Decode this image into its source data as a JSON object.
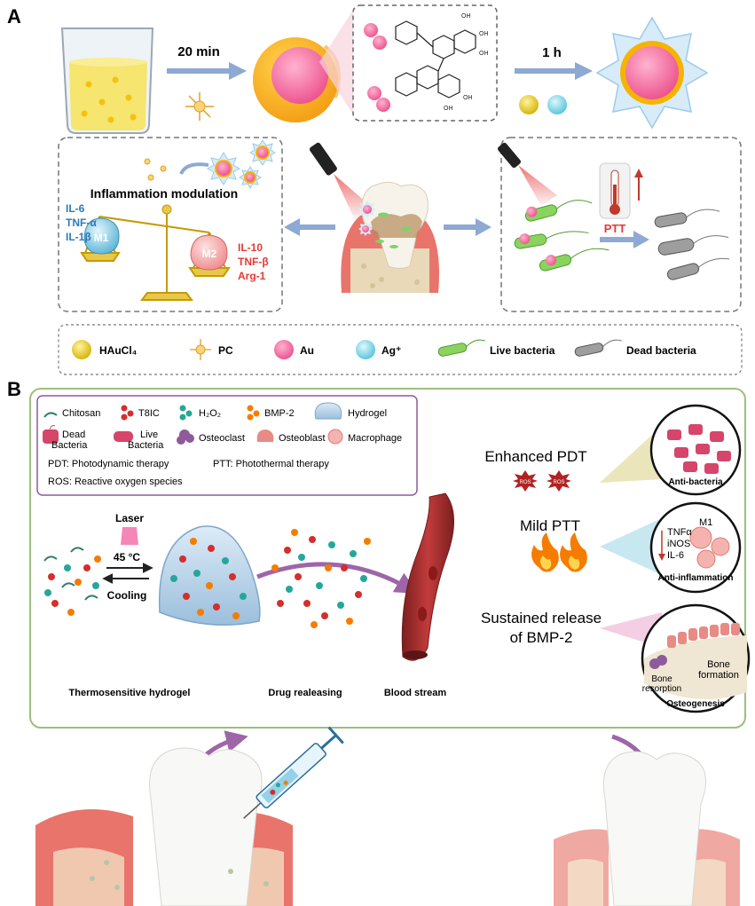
{
  "panel_a": {
    "label": "A",
    "step1_time": "20 min",
    "step2_time": "1 h",
    "inflammation_title": "Inflammation modulation",
    "m1_label": "M1",
    "m2_label": "M2",
    "m1_markers": [
      "IL-6",
      "TNF-α",
      "IL-1β"
    ],
    "m2_markers": [
      "IL-10",
      "TNF-β",
      "Arg-1"
    ],
    "ptt_label": "PTT",
    "legend": {
      "haucl4": "HAuCl₄",
      "pc": "PC",
      "au": "Au",
      "ag": "Ag⁺",
      "live": "Live bacteria",
      "dead": "Dead bacteria"
    }
  },
  "panel_b": {
    "label": "B",
    "legend": {
      "chitosan": "Chitosan",
      "t8ic": "T8IC",
      "h2o2": "H₂O₂",
      "bmp2": "BMP-2",
      "hydrogel": "Hydrogel",
      "dead_bacteria": "Dead\nBacteria",
      "live_bacteria": "Live\nBacteria",
      "osteoclast": "Osteoclast",
      "osteoblast": "Osteoblast",
      "macrophage": "Macrophage",
      "pdt_def": "PDT: Photodynamic therapy",
      "ptt_def": "PTT: Photothermal therapy",
      "ros_def": "ROS: Reactive oxygen species"
    },
    "laser": "Laser",
    "temp": "45 °C",
    "cooling": "Cooling",
    "thermo_label": "Thermosensitive hydrogel",
    "drug_label": "Drug realeasing",
    "blood_label": "Blood stream",
    "enhanced_pdt": "Enhanced PDT",
    "ros": "ROS",
    "mild_ptt": "Mild PTT",
    "sustained_release": [
      "Sustained release",
      "of BMP-2"
    ],
    "anti_bacteria": "Anti-bacteria",
    "anti_inflammation": "Anti-inflammation",
    "inflam_markers": [
      "TNFα",
      "iNOS",
      "IL-6"
    ],
    "m1": "M1",
    "osteogenesis": "Osteogenesis",
    "bone_resorption": [
      "Bone",
      "resorption"
    ],
    "bone_formation": [
      "Bone",
      "formation"
    ]
  },
  "colors": {
    "arrow_blue": "#8da9d4",
    "gold": "#f5b400",
    "pink": "#f06292",
    "red_particle": "#d32f2f",
    "teal_particle": "#26a69a",
    "orange_particle": "#f57c00",
    "purple_arrow": "#8e4b9a",
    "panel_b_border": "#9cbf7d",
    "legend_border": "#8e5a9a"
  }
}
